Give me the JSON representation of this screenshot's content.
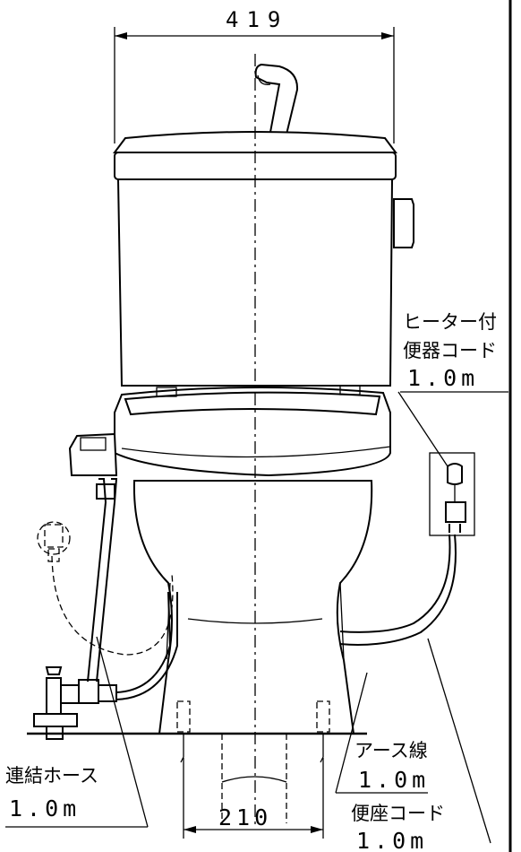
{
  "dimensions": {
    "width_top": "419",
    "width_bottom": "210"
  },
  "labels": {
    "heater_cord_line1": "ヒーター付",
    "heater_cord_line2": "便器コード",
    "heater_cord_length": "1.0m",
    "hose_name": "連結ホース",
    "hose_length": "1.0m",
    "earth_name": "アース線",
    "earth_length": "1.0m",
    "seat_cord_name": "便座コード",
    "seat_cord_length": "1.0m"
  }
}
